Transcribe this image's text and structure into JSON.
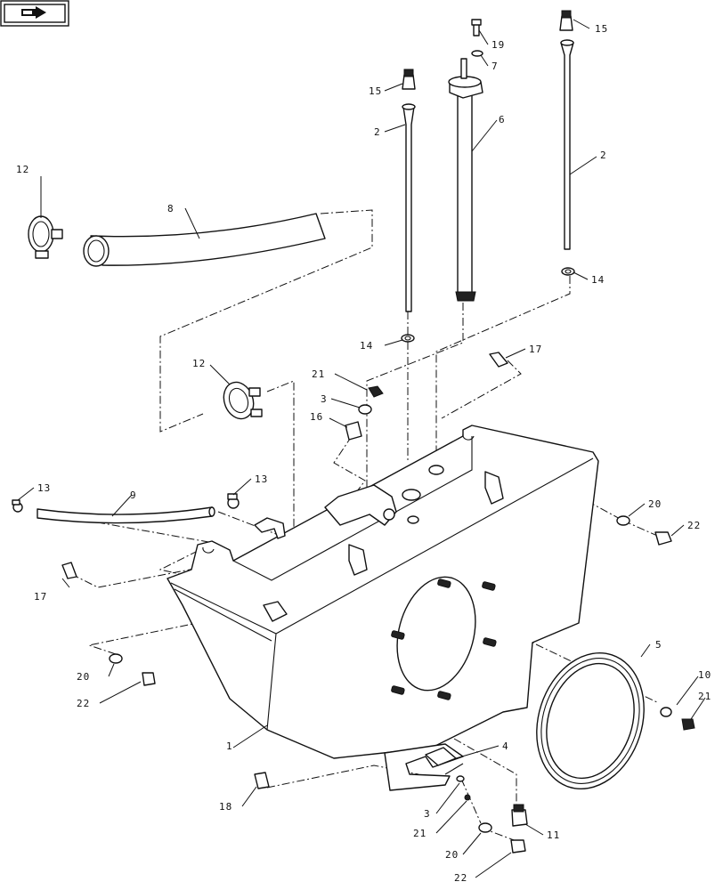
{
  "diagram": {
    "callouts": [
      {
        "id": "c1",
        "text": "1"
      },
      {
        "id": "c2a",
        "text": "2"
      },
      {
        "id": "c2b",
        "text": "2"
      },
      {
        "id": "c3a",
        "text": "3"
      },
      {
        "id": "c3b",
        "text": "3"
      },
      {
        "id": "c4",
        "text": "4"
      },
      {
        "id": "c5",
        "text": "5"
      },
      {
        "id": "c6",
        "text": "6"
      },
      {
        "id": "c7",
        "text": "7"
      },
      {
        "id": "c8",
        "text": "8"
      },
      {
        "id": "c9",
        "text": "9"
      },
      {
        "id": "c10",
        "text": "10"
      },
      {
        "id": "c11",
        "text": "11"
      },
      {
        "id": "c12a",
        "text": "12"
      },
      {
        "id": "c12b",
        "text": "12"
      },
      {
        "id": "c13a",
        "text": "13"
      },
      {
        "id": "c13b",
        "text": "13"
      },
      {
        "id": "c14a",
        "text": "14"
      },
      {
        "id": "c14b",
        "text": "14"
      },
      {
        "id": "c15a",
        "text": "15"
      },
      {
        "id": "c15b",
        "text": "15"
      },
      {
        "id": "c16",
        "text": "16"
      },
      {
        "id": "c17a",
        "text": "17"
      },
      {
        "id": "c17b",
        "text": "17"
      },
      {
        "id": "c18",
        "text": "18"
      },
      {
        "id": "c19",
        "text": "19"
      },
      {
        "id": "c20a",
        "text": "20"
      },
      {
        "id": "c20b",
        "text": "20"
      },
      {
        "id": "c20c",
        "text": "20"
      },
      {
        "id": "c21a",
        "text": "21"
      },
      {
        "id": "c21b",
        "text": "21"
      },
      {
        "id": "c21c",
        "text": "21"
      },
      {
        "id": "c22a",
        "text": "22"
      },
      {
        "id": "c22b",
        "text": "22"
      },
      {
        "id": "c22c",
        "text": "22"
      }
    ]
  }
}
